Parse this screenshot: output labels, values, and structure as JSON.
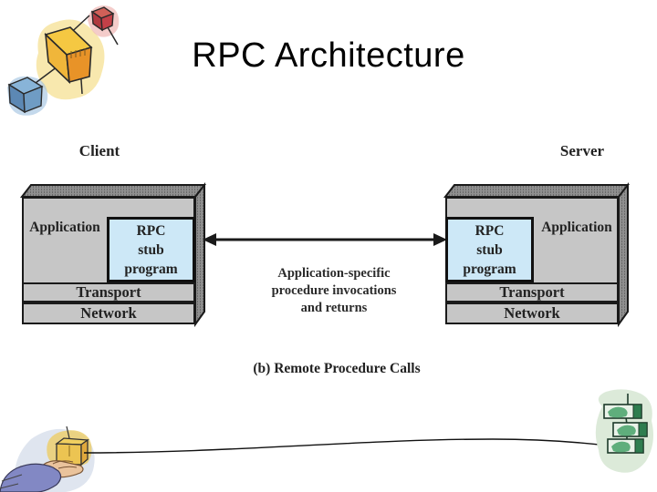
{
  "title": "RPC Architecture",
  "diagram": {
    "client": {
      "label": "Client",
      "application_label": "Application",
      "stub_label": "RPC\nstub\nprogram",
      "transport_label": "Transport",
      "network_label": "Network"
    },
    "server": {
      "label": "Server",
      "application_label": "Application",
      "stub_label": "RPC\nstub\nprogram",
      "transport_label": "Transport",
      "network_label": "Network"
    },
    "arrow_label": "Application-specific\nprocedure invocations\nand returns",
    "caption": "(b) Remote Procedure Calls"
  },
  "colors": {
    "box_front": "#c6c6c6",
    "box_shaded_face": "#8f8f8f",
    "stub_fill": "#cde8f7",
    "outline": "#1a1a1a",
    "logo_yellow": "#f5c842",
    "logo_orange": "#e89328",
    "logo_red": "#c24048",
    "logo_blue": "#6f9cc4",
    "stack_green": "#2e7d4f"
  },
  "icons": {
    "top_left": "network-cubes-illustration",
    "bottom_left": "hand-holding-box-illustration",
    "bottom_right": "stacked-components-illustration"
  }
}
